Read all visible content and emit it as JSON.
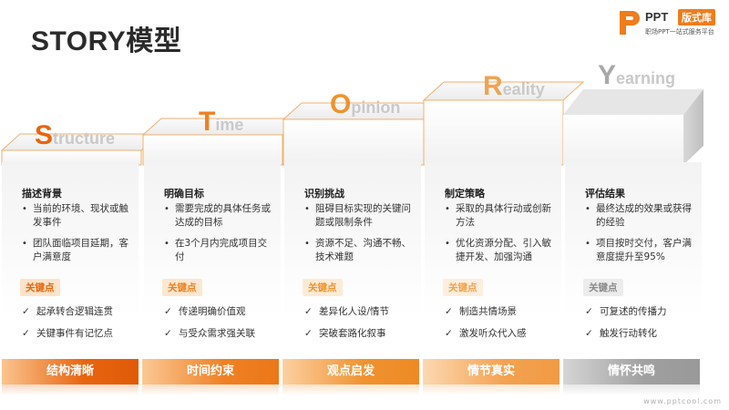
{
  "title": "STORY模型",
  "logo": {
    "brand": "PPT",
    "badge": "版式库",
    "sub": "职场PPT一站式服务平台"
  },
  "steps": [
    {
      "word_first": "S",
      "word_rest": "tructure",
      "heading": "描述背景",
      "bullets": [
        "当前的环境、现状或触发事件",
        "团队面临项目延期，客户满意度"
      ],
      "key_label": "关键点",
      "checks": [
        "起承转合逻辑连贯",
        "关键事件有记忆点"
      ],
      "footer": "结构清晰"
    },
    {
      "word_first": "T",
      "word_rest": "ime",
      "heading": "明确目标",
      "bullets": [
        "需要完成的具体任务或达成的目标",
        "在3个月内完成项目交付"
      ],
      "key_label": "关键点",
      "checks": [
        "传递明确价值观",
        "与受众需求强关联"
      ],
      "footer": "时间约束"
    },
    {
      "word_first": "O",
      "word_rest": "pinion",
      "heading": "识别挑战",
      "bullets": [
        "阻碍目标实现的关键问题或限制条件",
        "资源不足、沟通不畅、技术难题"
      ],
      "key_label": "关键点",
      "checks": [
        "差异化人设/情节",
        "突破套路化叙事"
      ],
      "footer": "观点启发"
    },
    {
      "word_first": "R",
      "word_rest": "eality",
      "heading": "制定策略",
      "bullets": [
        "采取的具体行动或创新方法",
        "优化资源分配、引入敏捷开发、加强沟通"
      ],
      "key_label": "关键点",
      "checks": [
        "制造共情场景",
        "激发听众代入感"
      ],
      "footer": "情节真实"
    },
    {
      "word_first": "Y",
      "word_rest": "earning",
      "heading": "评估结果",
      "bullets": [
        "最终达成的效果或获得的经验",
        "项目按时交付，客户满意度提升至95%"
      ],
      "key_label": "关键点",
      "checks": [
        "可复述的传播力",
        "触发行动转化"
      ],
      "footer": "情怀共鸣"
    }
  ],
  "colors": {
    "orange_dark": "#e8650f",
    "orange_light": "#f5a04c",
    "gray_step": "#9a9a9a",
    "text_dark": "#2b2b2b"
  },
  "website": "www.pptcool.com"
}
